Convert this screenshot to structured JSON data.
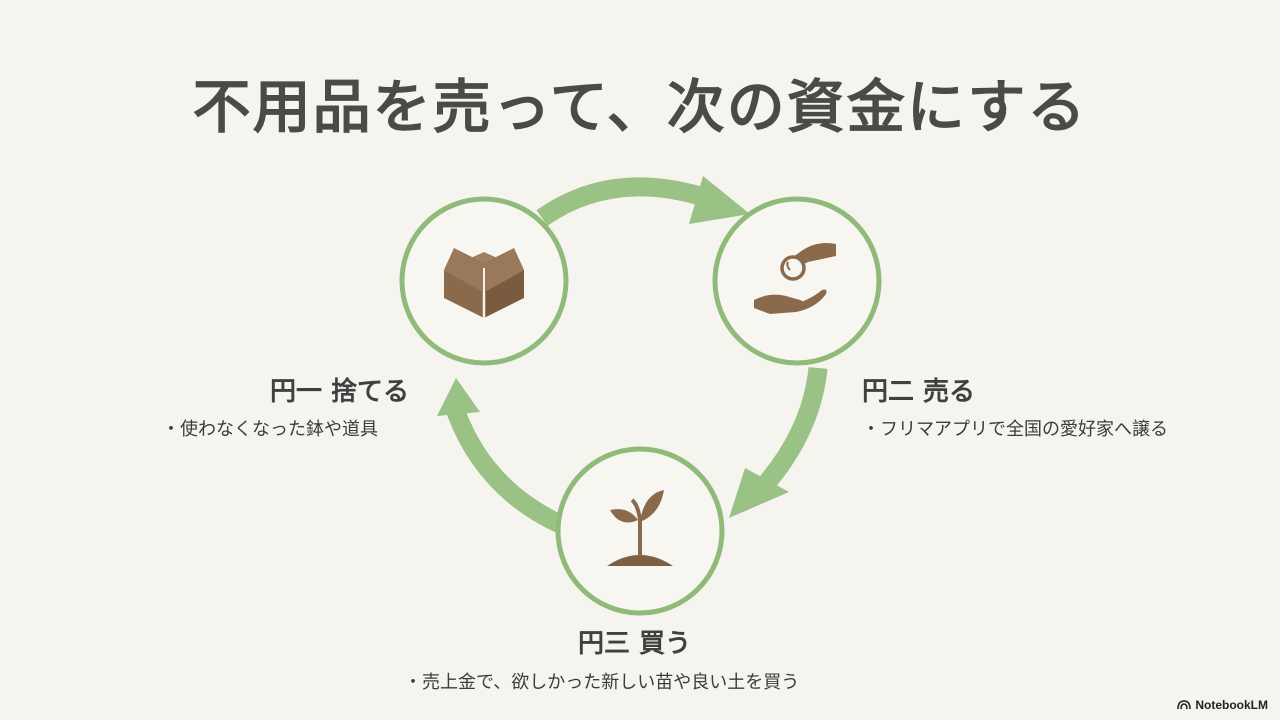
{
  "title": "不用品を売って、次の資金にする",
  "steps": [
    {
      "title": "円一 捨てる",
      "description": "使わなくなった鉢や道具",
      "icon": "box-icon"
    },
    {
      "title": "円二 売る",
      "description": "フリマアプリで全国の愛好家へ譲る",
      "icon": "hand-coin-icon"
    },
    {
      "title": "円三 買う",
      "description": "売上金で、欲しかった新しい苗や良い土を買う",
      "icon": "sprout-icon"
    }
  ],
  "brand": "NotebookLM",
  "colors": {
    "background": "#f5f4ef",
    "ring": "#8fba7a",
    "arrow": "#99c284",
    "icon": "#8b6a4c",
    "text": "#404040"
  }
}
